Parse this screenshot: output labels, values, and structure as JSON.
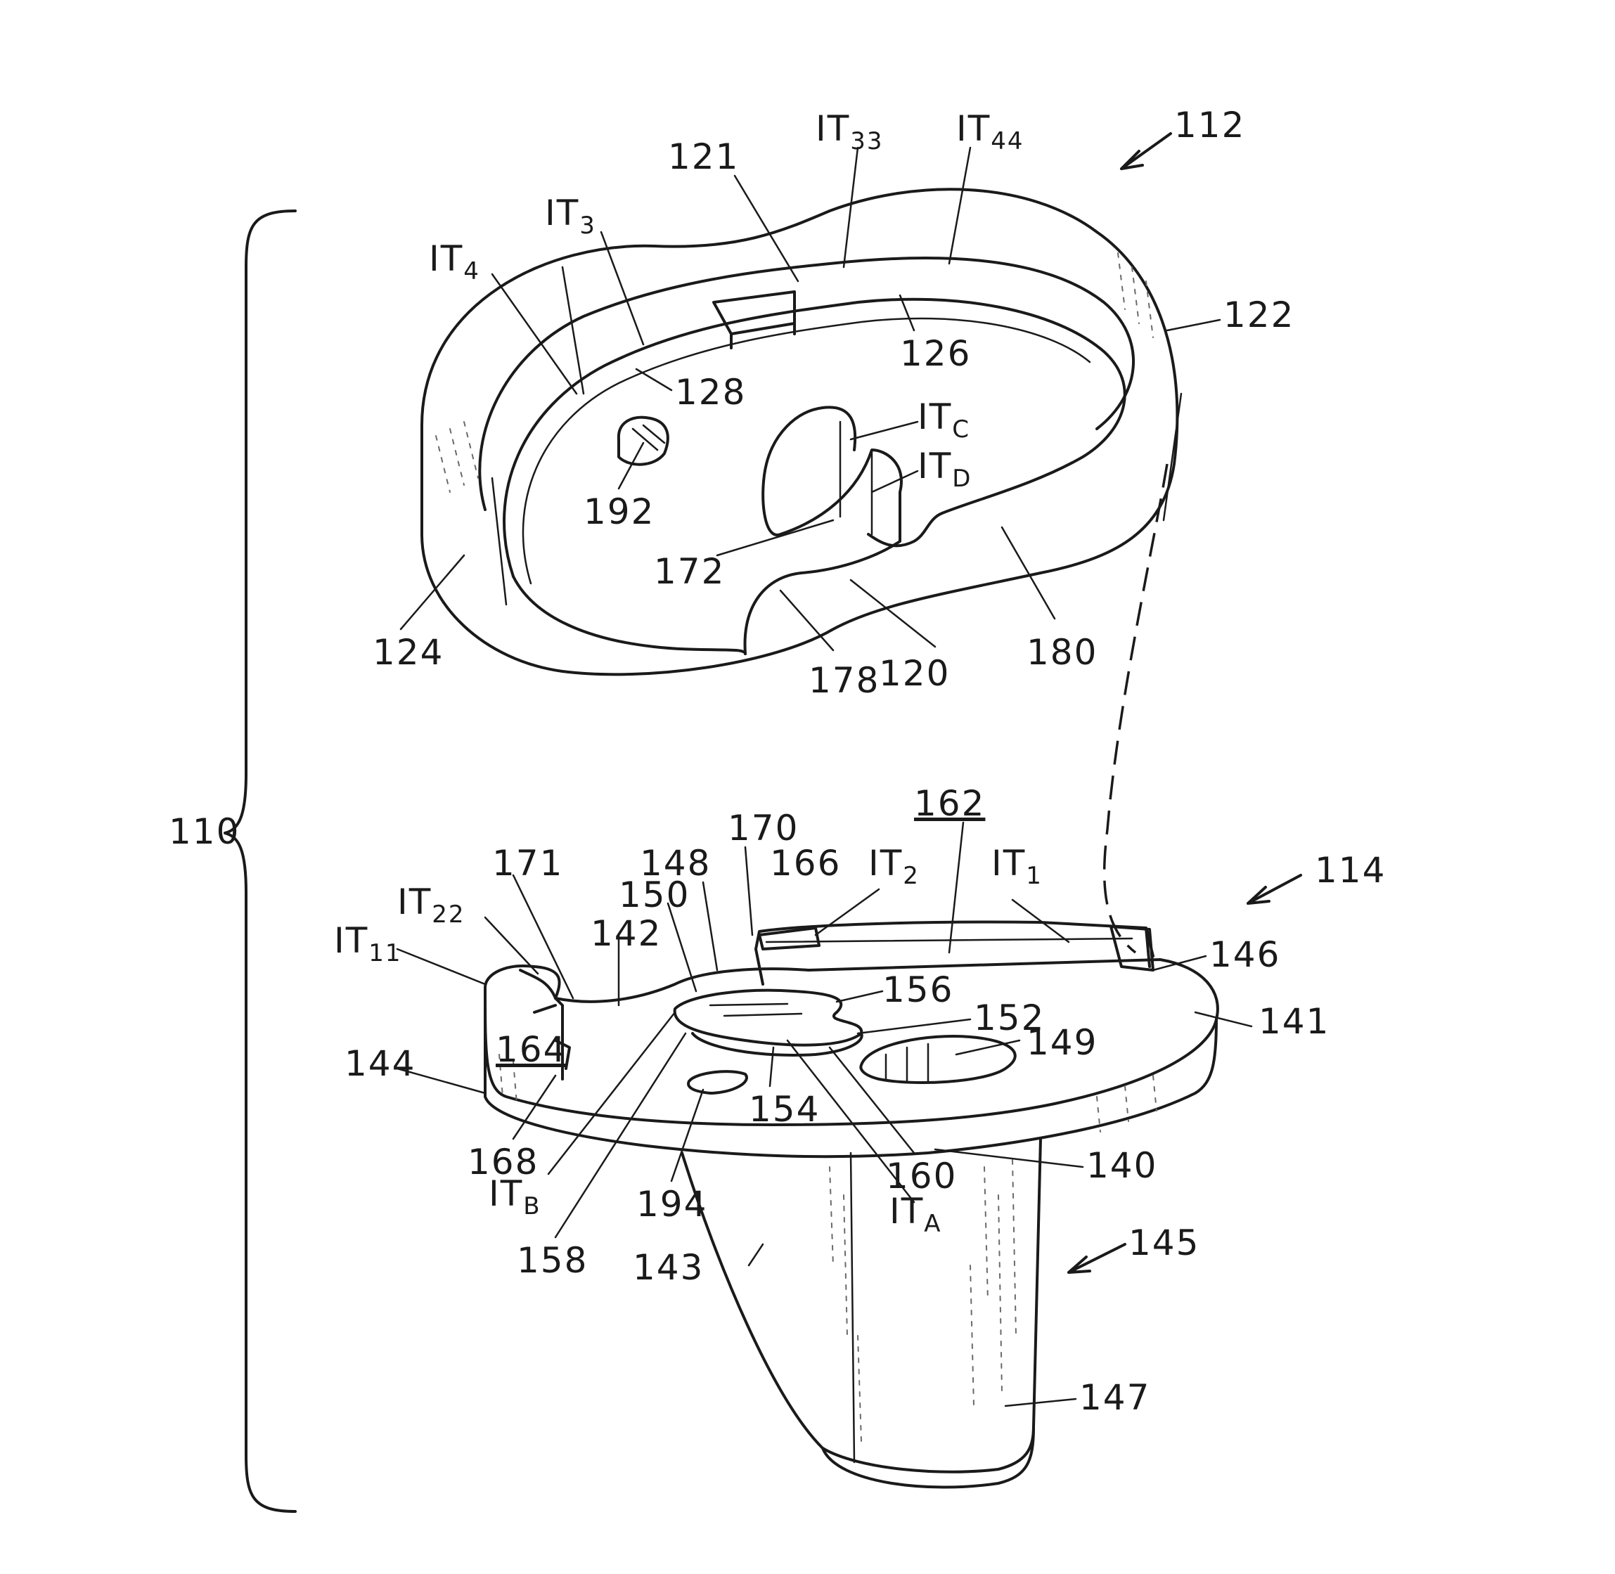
{
  "labels": {
    "l112": "112",
    "l110": "110",
    "l114": "114",
    "l121": "121",
    "l122": "122",
    "l124": "124",
    "l126": "126",
    "l128": "128",
    "l120": "120",
    "l178": "178",
    "l180": "180",
    "l172": "172",
    "l192": "192",
    "l162": "162",
    "l170": "170",
    "l171": "171",
    "l166": "166",
    "l148": "148",
    "l150": "150",
    "l142": "142",
    "l156": "156",
    "l152": "152",
    "l149": "149",
    "l146": "146",
    "l141": "141",
    "l144": "144",
    "l164": "164",
    "l168": "168",
    "l154": "154",
    "l160": "160",
    "l140": "140",
    "l194": "194",
    "l158": "158",
    "l143": "143",
    "l145": "145",
    "l147": "147"
  },
  "it_labels": {
    "t33": {
      "main": "IT",
      "sub": "33"
    },
    "t44": {
      "main": "IT",
      "sub": "44"
    },
    "t3": {
      "main": "IT",
      "sub": "3"
    },
    "t4": {
      "main": "IT",
      "sub": "4"
    },
    "tC": {
      "main": "IT",
      "sub": "C"
    },
    "tD": {
      "main": "IT",
      "sub": "D"
    },
    "t2": {
      "main": "IT",
      "sub": "2"
    },
    "t1": {
      "main": "IT",
      "sub": "1"
    },
    "t22": {
      "main": "IT",
      "sub": "22"
    },
    "t11": {
      "main": "IT",
      "sub": "11"
    },
    "tB": {
      "main": "IT",
      "sub": "B"
    },
    "tA": {
      "main": "IT",
      "sub": "A"
    }
  }
}
